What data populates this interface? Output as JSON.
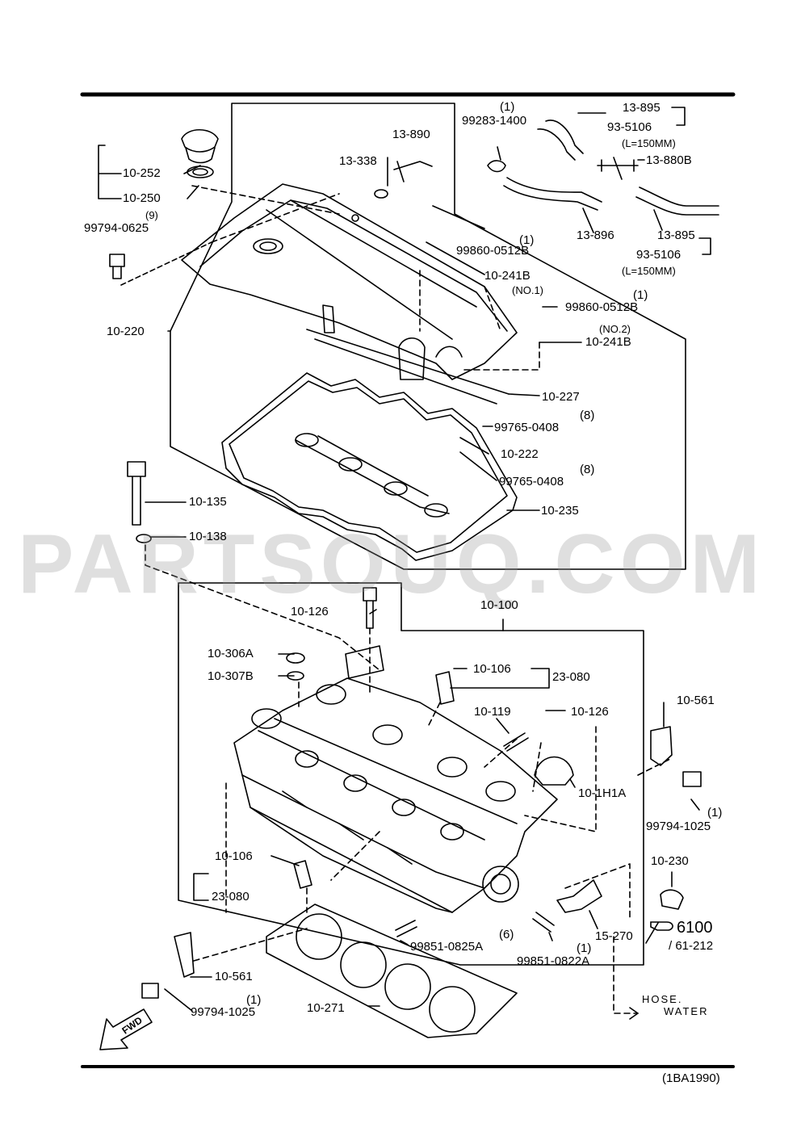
{
  "diagram": {
    "code": "(1BA1990)",
    "watermark": "PARTSOUQ.COM",
    "fwd_label": "FWD",
    "ref": {
      "page": "6100",
      "fig": "/ 61-212"
    },
    "hose_note": {
      "line1": "HOSE.",
      "line2": "WATER"
    },
    "labels": {
      "p13_895_a": "13-895",
      "p93_5106_a": "93-5106",
      "l150_a": "(L=150MM)",
      "q99283": "(1)",
      "p99283": "99283-1400",
      "p13_890": "13-890",
      "p13_338": "13-338",
      "p10_252": "10-252",
      "p10_250": "10-250",
      "q99794_0625": "(9)",
      "p99794_0625": "99794-0625",
      "p13_880b": "13-880B",
      "p13_896": "13-896",
      "p13_895_b": "13-895",
      "p93_5106_b": "93-5106",
      "l150_b": "(L=150MM)",
      "q99860_a": "(1)",
      "p99860_a": "99860-0512B",
      "p10_241b_a": "10-241B",
      "no1": "(NO.1)",
      "q99860_b": "(1)",
      "p99860_b": "99860-0512B",
      "no2": "(NO.2)",
      "p10_241b_b": "10-241B",
      "p10_220": "10-220",
      "p10_227": "10-227",
      "q99765_a": "(8)",
      "p99765_a": "99765-0408",
      "p10_222": "10-222",
      "q99765_b": "(8)",
      "p99765_b": "99765-0408",
      "p10_135": "10-135",
      "p10_235": "10-235",
      "p10_138": "10-138",
      "p10_126_a": "10-126",
      "p10_100": "10-100",
      "p10_306a": "10-306A",
      "p10_307b": "10-307B",
      "p10_106_a": "10-106",
      "p23_080_a": "23-080",
      "p10_119": "10-119",
      "p10_126_b": "10-126",
      "p10_561_a": "10-561",
      "p10_1h1a": "10-1H1A",
      "q99794_1025_a": "(1)",
      "p99794_1025_a": "99794-1025",
      "p10_106_b": "10-106",
      "p23_080_b": "23-080",
      "p10_230": "10-230",
      "p15_270": "15-270",
      "q99851_a": "(6)",
      "p99851_a": "99851-0825A",
      "q99851_b": "(1)",
      "p99851_b": "99851-0822A",
      "p10_561_b": "10-561",
      "q99794_1025_b": "(1)",
      "p99794_1025_b": "99794-1025",
      "p10_271": "10-271"
    }
  }
}
